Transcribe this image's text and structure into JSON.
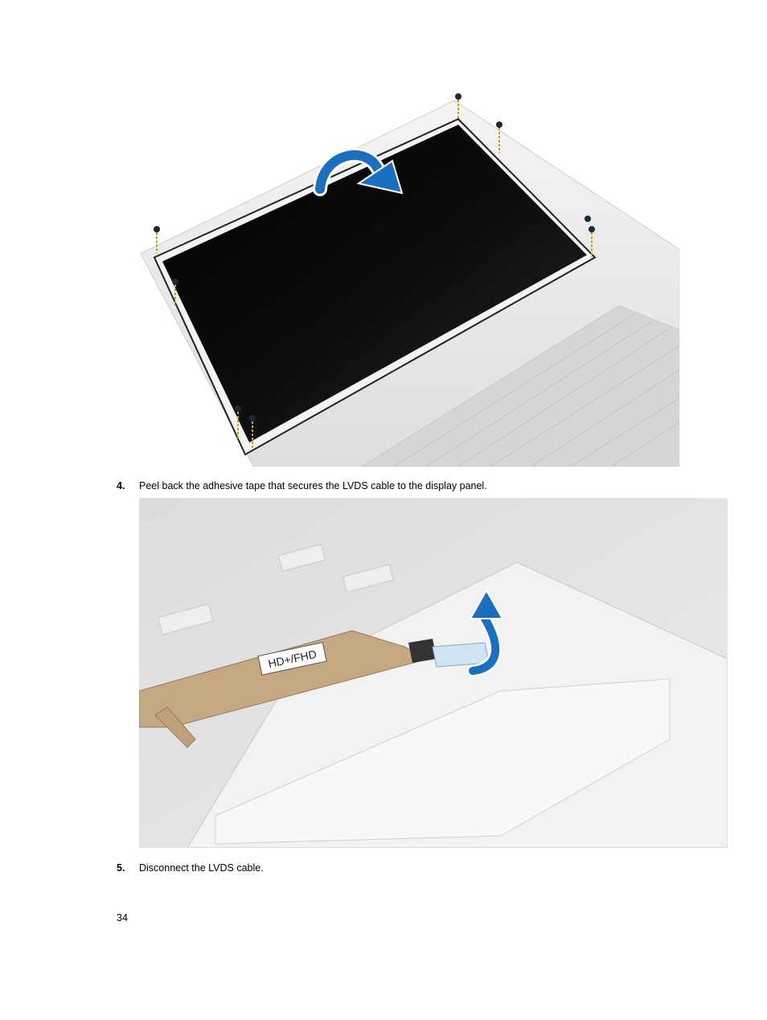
{
  "figure1": {
    "colors": {
      "panel": "#050505",
      "arrow": "#1a6fc0",
      "chassis": "#e9e9e9"
    }
  },
  "step4": {
    "number": "4.",
    "text": "Peel back the adhesive tape that secures the LVDS cable to the display panel."
  },
  "figure2": {
    "cable_label": "HD+/FHD",
    "colors": {
      "arrow": "#1a6fc0",
      "panel": "#eeeeee"
    }
  },
  "step5": {
    "number": "5.",
    "text": "Disconnect the LVDS cable."
  },
  "page_number": "34"
}
